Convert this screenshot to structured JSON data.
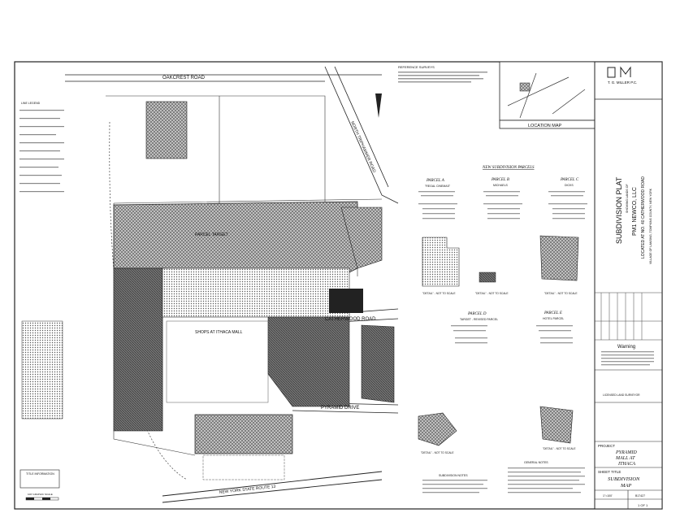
{
  "sheet": {
    "roads": {
      "oakcrest": "OAKCREST ROAD",
      "triphammer": "NORTH TRIPHAMMER ROAD",
      "catherwood": "CATHERWOOD ROAD",
      "pyramid": "PYRAMID DRIVE",
      "route13": "NEW YORK STATE ROUTE 13"
    },
    "mall_label": "SHOPS AT ITHACA MALL",
    "parcel_target_label": "PARCEL TARGET",
    "reference_surveys": "REFERENCE SURVEYS",
    "location_map": "LOCATION MAP",
    "new_parcels_title": "NEW SUBDIVISION PARCELS",
    "parcels": [
      {
        "name": "PARCEL A",
        "tenant": "\"REGAL CINEMAS\""
      },
      {
        "name": "PARCEL B",
        "tenant": "MICHAELS"
      },
      {
        "name": "PARCEL C",
        "tenant": "DICKS"
      },
      {
        "name": "PARCEL D",
        "tenant": "TARGET - REVISED PARCEL"
      },
      {
        "name": "PARCEL E",
        "tenant": "HOTEL PARCEL"
      }
    ],
    "not_to_scale": "\"DETAIL\" - NOT TO SCALE",
    "title_information": "TITLE INFORMATION",
    "graphic_scale": "100' GRAPHIC SCALE",
    "subdivision_notes": "SUBDIVISION NOTES",
    "general_notes": "GENERAL NOTES",
    "line_legend": "LINE LEGEND"
  },
  "title_block": {
    "firm": "T. G. MILLER P.C.",
    "plat_title": "SUBDIVISION PLAT",
    "showing": "SHOWING LANDS OF",
    "owner": "PM1 NEWCO, LLC",
    "located": "LOCATED AT NO. 40 CATHERWOOD ROAD",
    "village": "VILLAGE OF LANSING, TOMPKINS COUNTY, NEW YORK",
    "warning": "Warning",
    "surveyor": "LICENSED LAND SURVEYOR",
    "project_label": "PROJECT",
    "project": [
      "PYRAMID",
      "MALL AT",
      "ITHACA"
    ],
    "sheet_title_label": "SHEET TITLE",
    "sheet_title": [
      "SUBDIVISION",
      "MAP"
    ],
    "scale": "1\"=100'",
    "job_no": "B17427",
    "sheet_no": "1 OF 1"
  }
}
